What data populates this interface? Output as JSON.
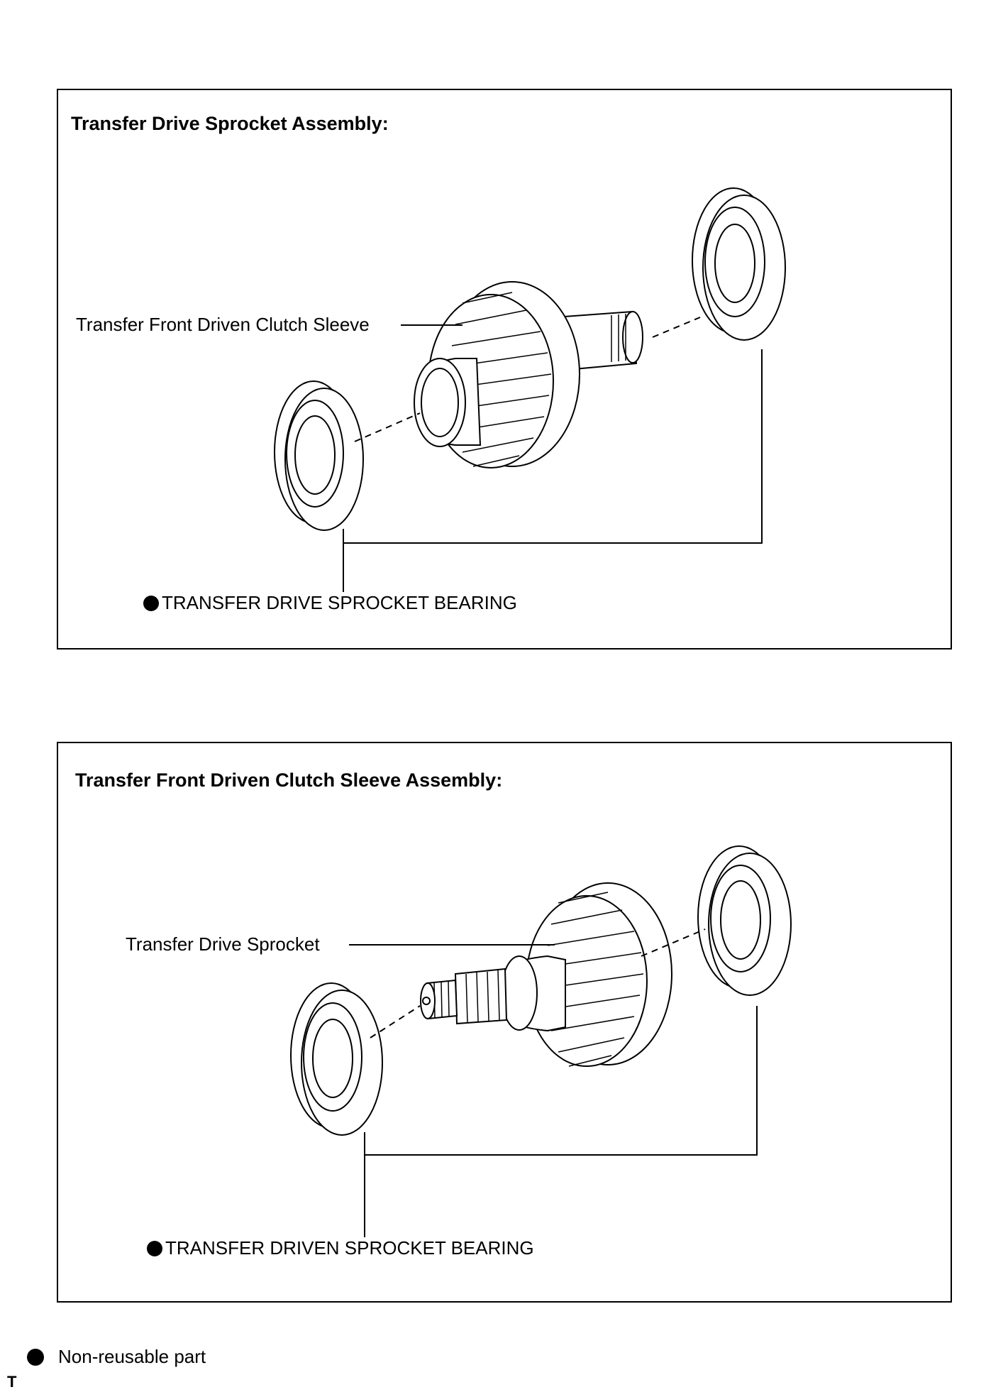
{
  "panels": [
    {
      "title": "Transfer Drive Sprocket Assembly:",
      "part_label": "Transfer Front Driven Clutch Sleeve",
      "bearing_label": "TRANSFER DRIVE SPROCKET BEARING"
    },
    {
      "title": "Transfer Front Driven Clutch Sleeve Assembly:",
      "part_label": "Transfer Drive Sprocket",
      "bearing_label": "TRANSFER DRIVEN SPROCKET BEARING"
    }
  ],
  "legend": {
    "label": "Non-reusable part",
    "icon": "filled-circle-icon"
  },
  "footer_mark": "T"
}
